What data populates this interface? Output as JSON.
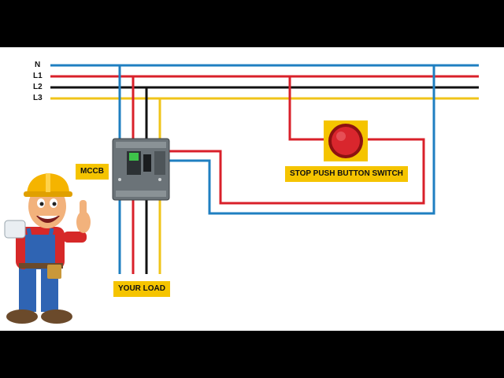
{
  "lines": {
    "n": "N",
    "l1": "L1",
    "l2": "L2",
    "l3": "L3"
  },
  "labels": {
    "mccb": "MCCB",
    "stop_switch": "STOP PUSH BUTTON SWITCH",
    "load": "YOUR LOAD"
  },
  "colors": {
    "neutral": "#1f7fc1",
    "l1": "#d9202a",
    "l2": "#111111",
    "l3": "#f0c419",
    "label_bg": "#f5c400",
    "breaker_body": "#6b7378"
  },
  "icons": {
    "breaker": "mccb-breaker-icon",
    "button": "emergency-stop-button-icon",
    "mascot": "electrician-mascot-icon"
  }
}
